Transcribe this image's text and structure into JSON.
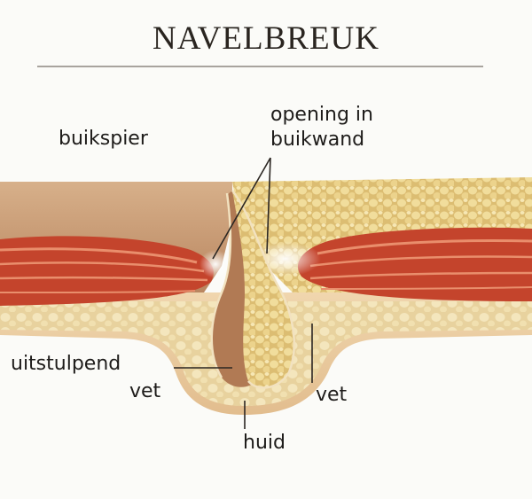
{
  "title": "NAVELBREUK",
  "labels": {
    "buikspier": "buikspier",
    "opening_line1": "opening in",
    "opening_line2": "buikwand",
    "uitstulpend_line1": "uitstulpend",
    "uitstulpend_line2": "vet",
    "vet": "vet",
    "huid": "huid"
  },
  "colors": {
    "muscle": "#c8492f",
    "muscle_stripe": "#e88a6a",
    "fat": "#e9cf8a",
    "fat_globule": "#f3e2a6",
    "tissue_brown": "#b98660",
    "skin": "#e9c79c",
    "text": "#1e1c1a"
  }
}
